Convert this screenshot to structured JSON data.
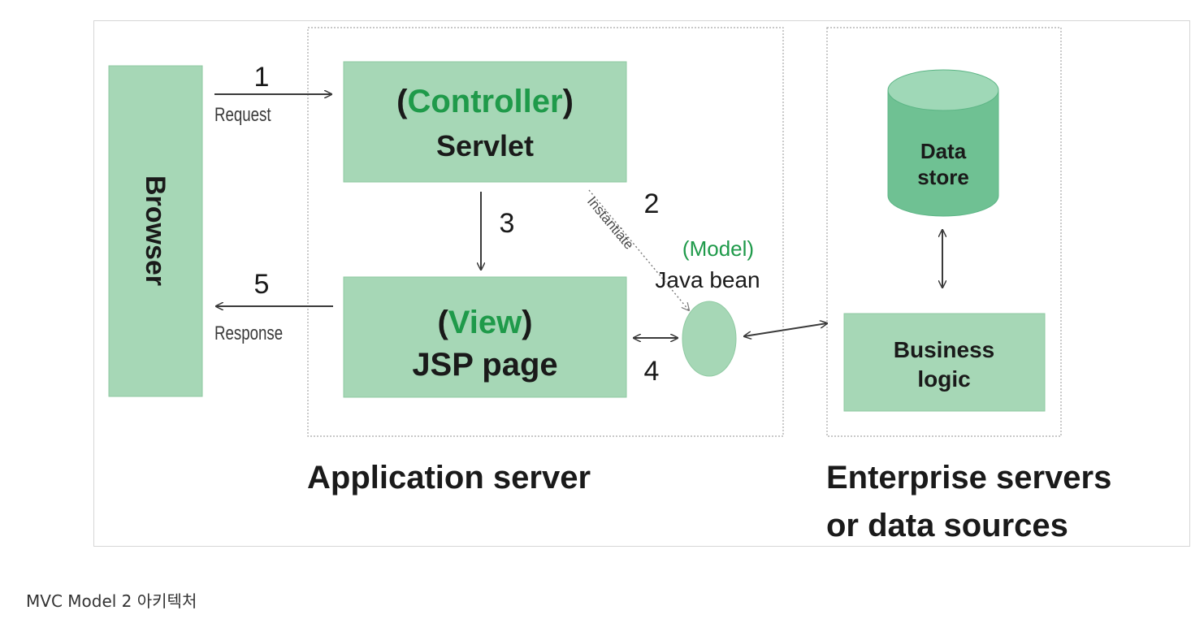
{
  "colors": {
    "box_fill": "#a6d7b6",
    "box_stroke": "#8fcaa2",
    "green_text": "#1f9a4a",
    "cylinder_fill": "#6fc193",
    "cylinder_top": "#9fd8b7",
    "arrow": "#3a3a3a",
    "dotted_border": "#a8a8a8"
  },
  "diagram": {
    "browser": "Browser",
    "controller": {
      "open": "(",
      "role": "Controller",
      "close": ")",
      "name": "Servlet"
    },
    "view": {
      "open": "(",
      "role": "View",
      "close": ")",
      "name": "JSP page"
    },
    "model": {
      "open": "(",
      "role": "Model",
      "close": ")",
      "name": "Java bean"
    },
    "data_store": {
      "line1": "Data",
      "line2": "store"
    },
    "business_logic": {
      "line1": "Business",
      "line2": "logic"
    },
    "app_server_label": "Application server",
    "enterprise_label": {
      "line1": "Enterprise servers",
      "line2": "or data sources"
    },
    "steps": {
      "request_num": "1",
      "request_label": "Request",
      "instantiate_num": "2",
      "instantiate_label": "Instantiate",
      "forward_num": "3",
      "access_num": "4",
      "response_num": "5",
      "response_label": "Response"
    }
  },
  "caption": "MVC Model 2 아키텍처"
}
